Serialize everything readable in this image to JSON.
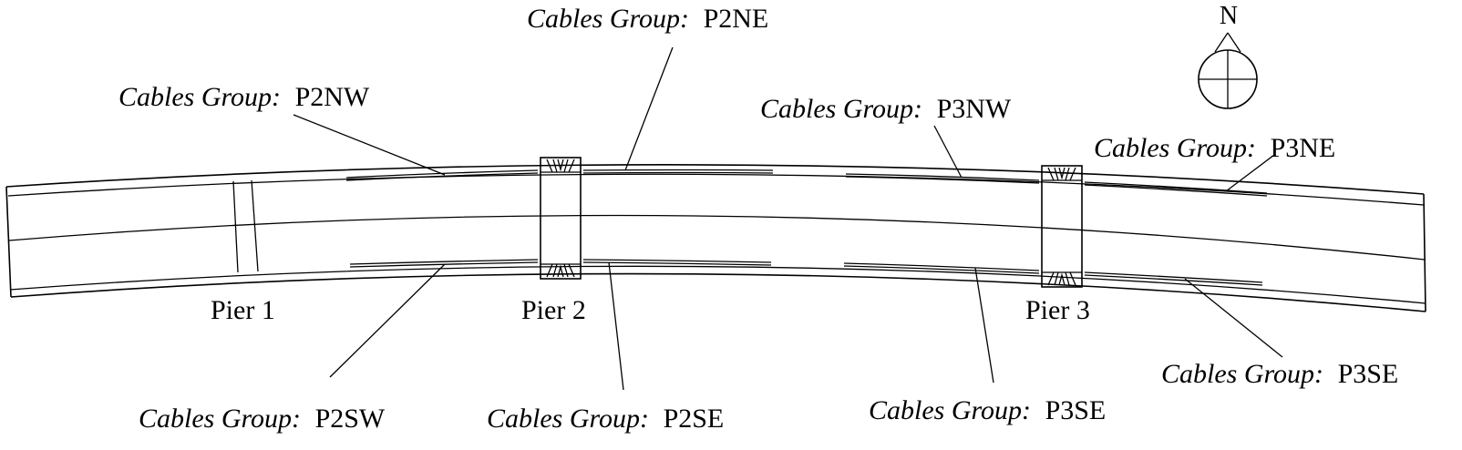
{
  "labels": {
    "p2ne": {
      "prefix": "Cables Group:",
      "code": "P2NE"
    },
    "p2nw": {
      "prefix": "Cables Group:",
      "code": "P2NW"
    },
    "p3nw": {
      "prefix": "Cables Group:",
      "code": "P3NW"
    },
    "p3ne": {
      "prefix": "Cables Group:",
      "code": "P3NE"
    },
    "p2sw": {
      "prefix": "Cables Group:",
      "code": "P2SW"
    },
    "p2se": {
      "prefix": "Cables Group:",
      "code": "P2SE"
    },
    "p3se_mid": {
      "prefix": "Cables Group:",
      "code": "P3SE"
    },
    "p3se_right": {
      "prefix": "Cables Group:",
      "code": "P3SE"
    }
  },
  "piers": {
    "pier1": "Pier 1",
    "pier2": "Pier 2",
    "pier3": "Pier 3"
  },
  "north_arrow": {
    "label": "N",
    "icon": "north-arrow-compass-icon"
  }
}
